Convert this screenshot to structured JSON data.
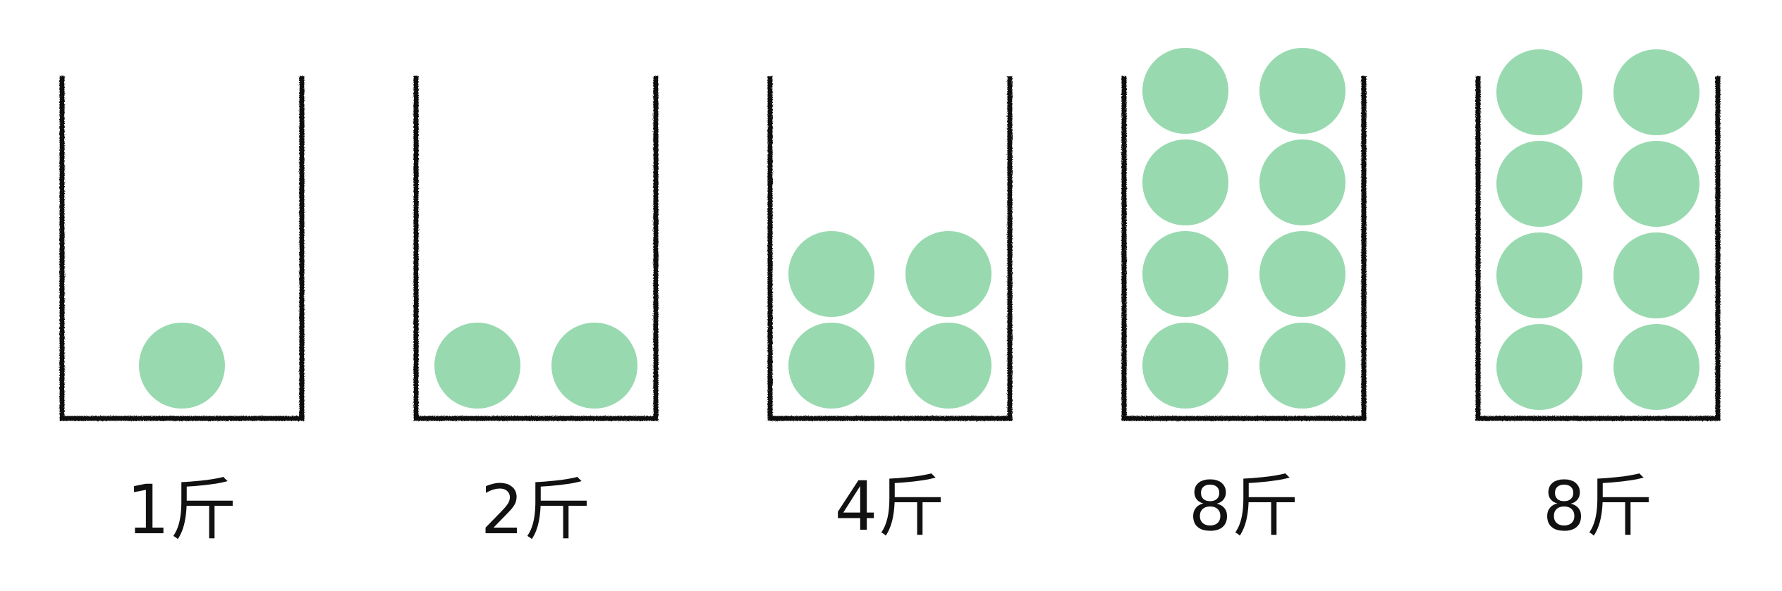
{
  "diagram": {
    "ball_color": "#99d9b0",
    "outline_color": "#111111",
    "containers": [
      {
        "label": "1斤",
        "ball_count": 1
      },
      {
        "label": "2斤",
        "ball_count": 2
      },
      {
        "label": "4斤",
        "ball_count": 4
      },
      {
        "label": "8斤",
        "ball_count": 8
      },
      {
        "label": "8斤",
        "ball_count": 8
      }
    ]
  }
}
